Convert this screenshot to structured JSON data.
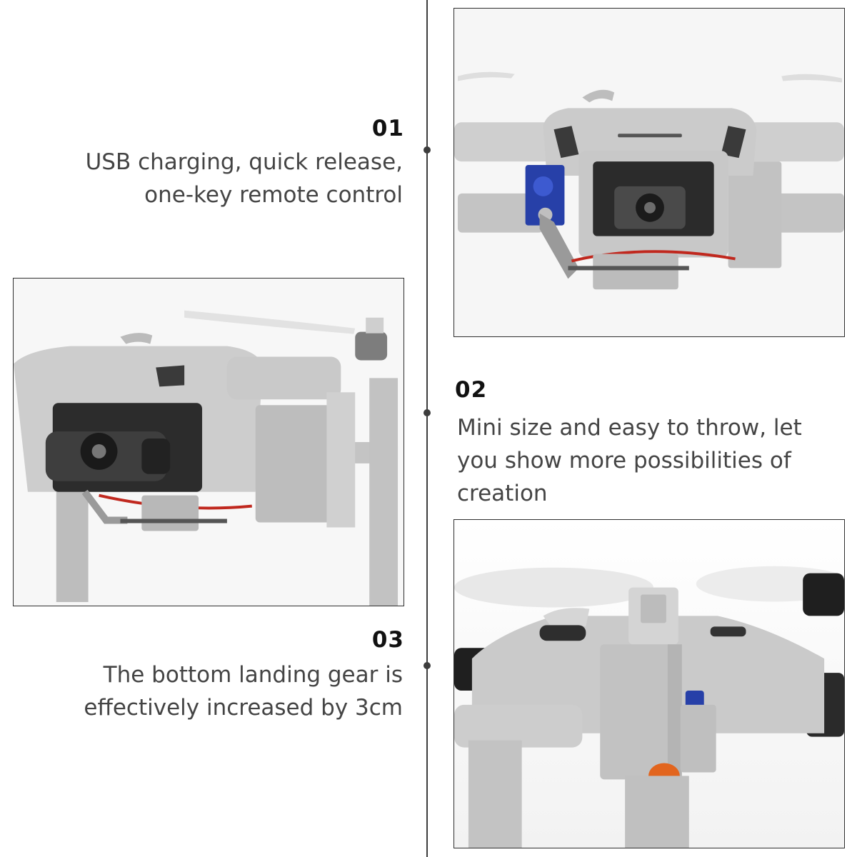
{
  "features": [
    {
      "number": "01",
      "lines": [
        "USB charging, quick release,",
        "one-key remote control"
      ]
    },
    {
      "number": "02",
      "lines": [
        "Mini size and easy to throw, let",
        "you show more possibilities of",
        "creation"
      ]
    },
    {
      "number": "03",
      "lines": [
        "The bottom landing gear is",
        "effectively increased by 3cm"
      ]
    }
  ],
  "colors": {
    "divider": "#3d3d3d",
    "drone_body": "#c9c9c9",
    "servo": "#2740a8",
    "wire": "#c0281e"
  }
}
